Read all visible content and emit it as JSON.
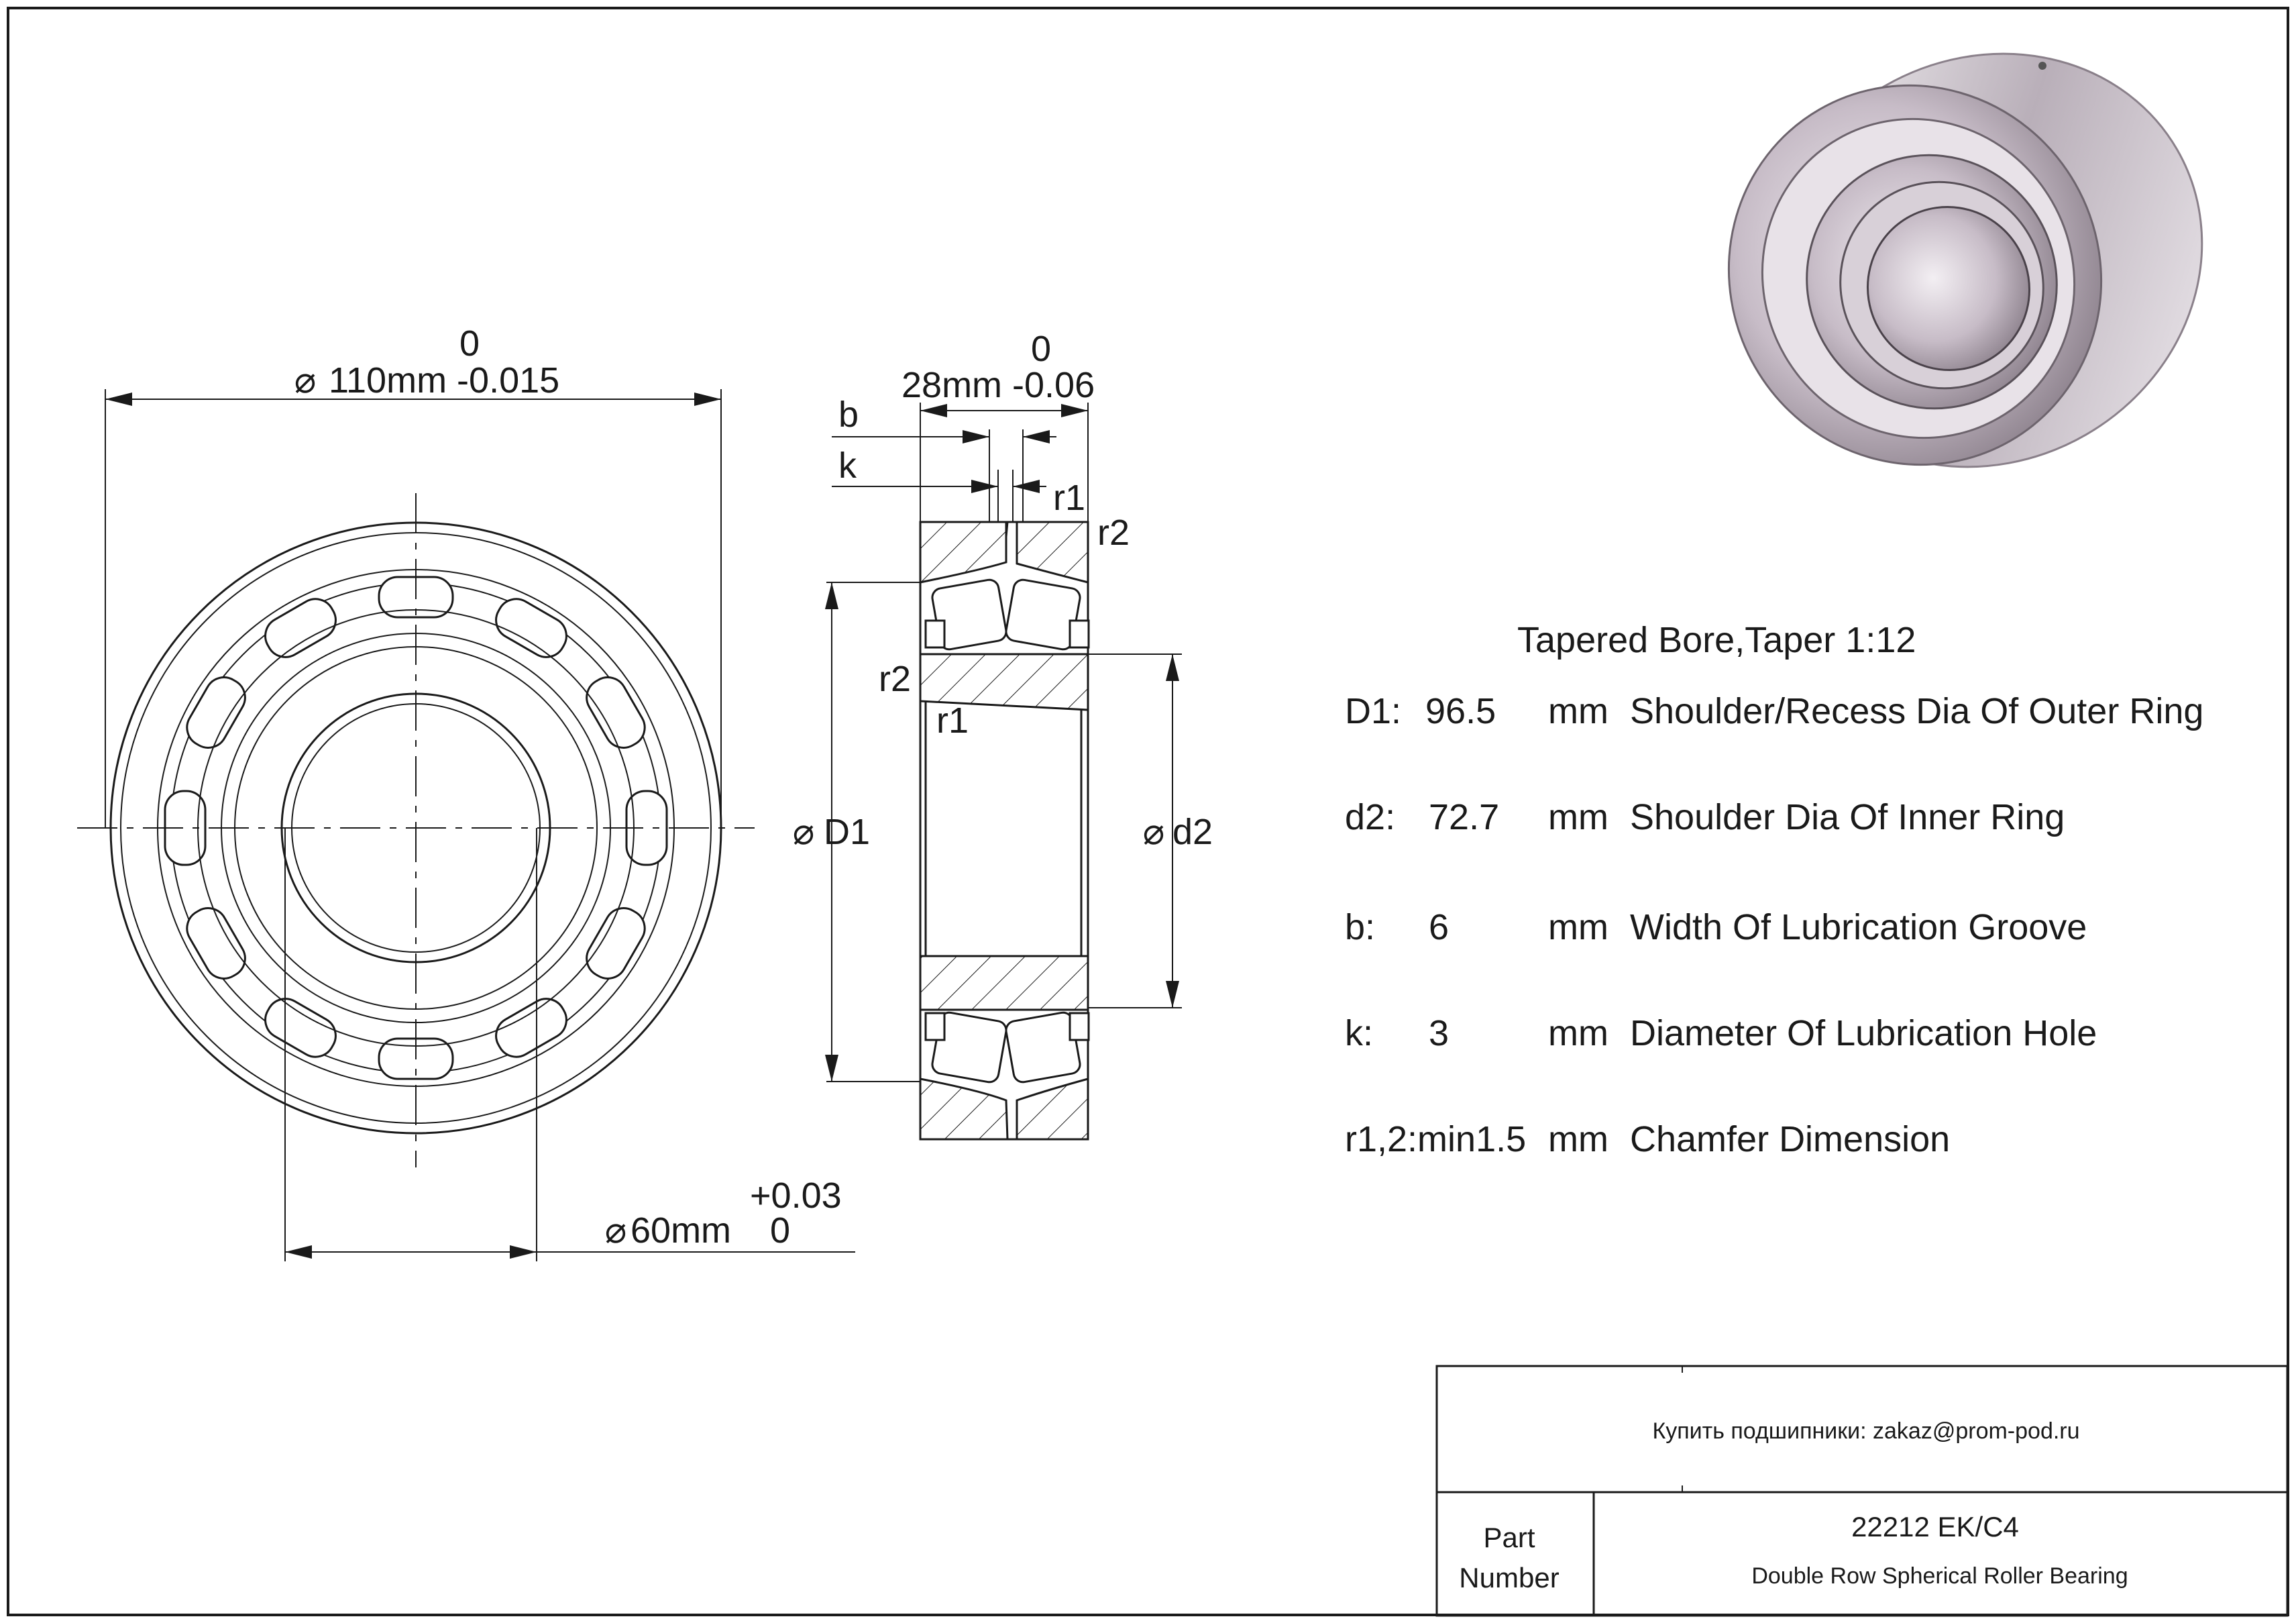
{
  "front_view": {
    "outer_dia_tol_upper": "0",
    "outer_dia_label": "110mm -0.015",
    "bore_tol_upper": "+0.03",
    "bore_label": "60mm",
    "bore_tol_lower": "0"
  },
  "side_view": {
    "width_tol_upper": "0",
    "width_label": "28mm -0.06",
    "b_label": "b",
    "k_label": "k",
    "r1_top": "r1",
    "r2_top": "r2",
    "r2_left": "r2",
    "r1_left": "r1",
    "D1_label": "D1",
    "d2_label": "d2"
  },
  "specs": {
    "note": "Tapered Bore,Taper 1:12",
    "rows": [
      {
        "key": "D1:",
        "value": "96.5",
        "unit": "mm",
        "desc": "Shoulder/Recess Dia Of Outer Ring"
      },
      {
        "key": "d2:",
        "value": "72.7",
        "unit": "mm",
        "desc": "Shoulder Dia Of Inner Ring"
      },
      {
        "key": "b:",
        "value": "6",
        "unit": "mm",
        "desc": "Width Of Lubrication Groove"
      },
      {
        "key": "k:",
        "value": "3",
        "unit": "mm",
        "desc": "Diameter Of Lubrication Hole"
      },
      {
        "key": "r1,2:min1.5",
        "value": "",
        "unit": "mm",
        "desc": "Chamfer Dimension"
      }
    ]
  },
  "title_block": {
    "contact": "Купить подшипники: zakaz@prom-pod.ru",
    "part_label_1": "Part",
    "part_label_2": "Number",
    "part_number": "22212 EK/C4",
    "description": "Double Row Spherical Roller Bearing"
  }
}
